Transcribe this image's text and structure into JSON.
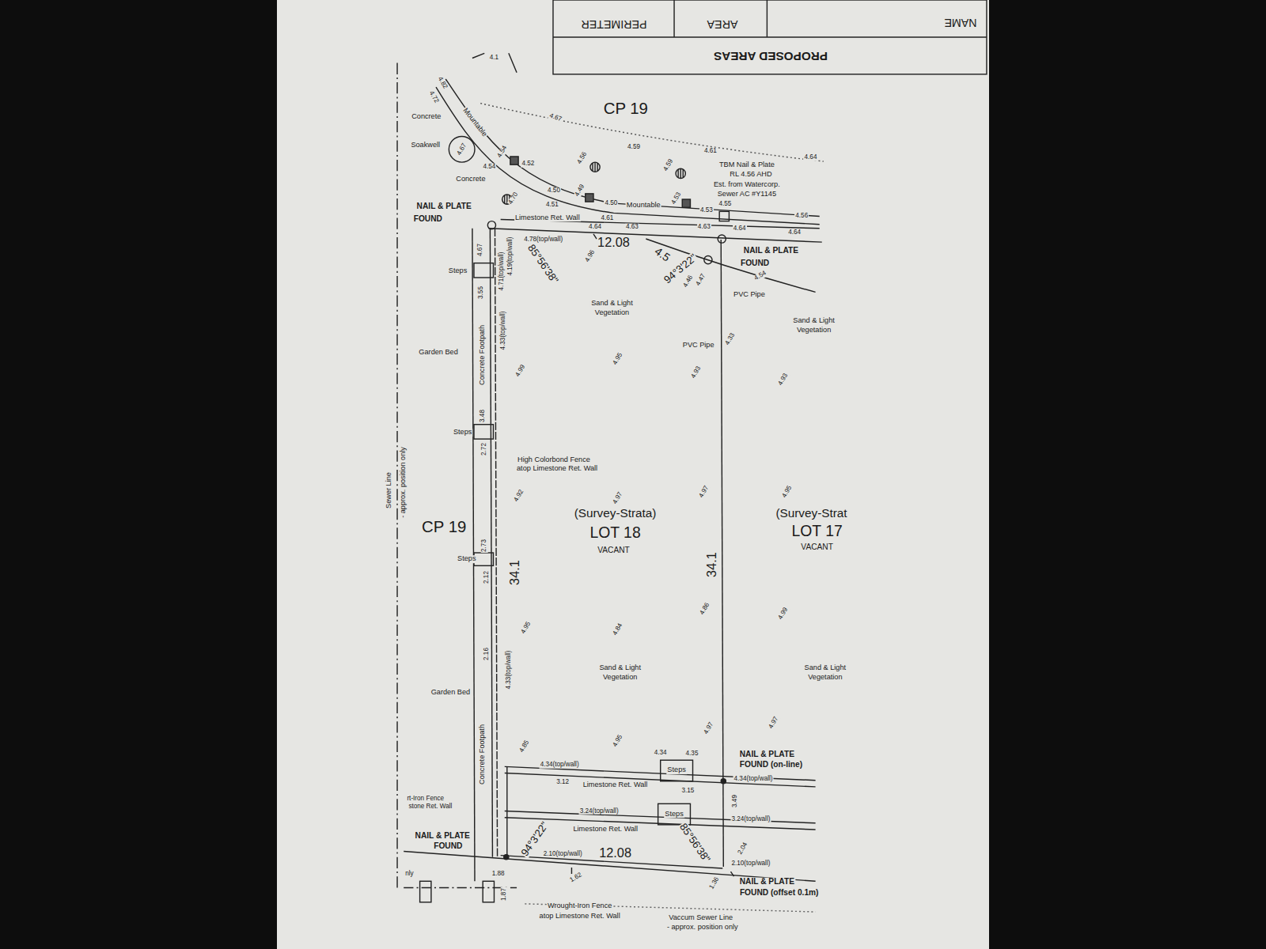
{
  "diagram": {
    "nodes": [
      {
        "text": [
          "(Survey-Strata)",
          "LOT 18",
          "VACANT"
        ]
      }
    ],
    "labels": [
      "NAME",
      "AREA",
      "PERIMETER",
      "PROPOSED AREAS",
      "4.1",
      "CP 19",
      "4.82",
      "4.72",
      "Concrete",
      "Mountable",
      "Soakwell",
      "4.67",
      "Concrete",
      "4.54",
      "4.52",
      "4.54",
      "4.67",
      "4.59",
      "4.61",
      "4.64",
      "4.56",
      "4.59",
      "TBM Nail & Plate",
      "RL 4.56 AHD",
      "Est. from Watercorp.",
      "Sewer AC #Y1145",
      "4.50",
      "4.49",
      "4.50",
      "Mountable",
      "4.53",
      "4.53",
      "4.55",
      "4.51",
      "NAIL & PLATE",
      "FOUND",
      "4.70",
      "Limestone Ret. Wall",
      "4.64",
      "4.61",
      "4.63",
      "4.63",
      "4.64",
      "4.56",
      "4.64",
      "12.08",
      "4.78(top/wall)",
      "85°56'38\"",
      "4.96",
      "4.5",
      "94°3'22\"",
      "4.46",
      "4.47",
      "NAIL & PLATE",
      "FOUND",
      "4.54",
      "PVC Pipe",
      "4.67",
      "Steps",
      "3.55",
      "4.19(top/wall)",
      "4.71(top/wall)",
      "4.33(top/wall)",
      "Sand & Light",
      "Vegetation",
      "Sand & Light",
      "Vegetation",
      "PVC Pipe",
      "4.33",
      "Garden Bed",
      "Concrete Footpath",
      "4.99",
      "4.95",
      "4.93",
      "4.93",
      "3.48",
      "Steps",
      "2.72",
      "High Colorbond Fence",
      "atop Limestone Ret. Wall",
      "Sewer Line",
      "- approx. position only",
      "4.92",
      "4.97",
      "4.97",
      "4.95",
      "(Survey-Strat",
      "LOT 17",
      "VACANT",
      "CP 19",
      "2.73",
      "Steps",
      "2.12",
      "34.1",
      "34.1",
      "4.86",
      "4.95",
      "4.84",
      "4.99",
      "2.16",
      "4.33(top/wall)",
      "Sand & Light",
      "Vegetation",
      "Sand & Light",
      "Vegetation",
      "Garden Bed",
      "Concrete Footpath",
      "4.85",
      "4.95",
      "4.97",
      "4.97",
      "4.34",
      "4.35",
      "NAIL & PLATE",
      "FOUND (on-line)",
      "4.34(top/wall)",
      "Steps",
      "4.34(top/wall)",
      "3.12",
      "Limestone Ret. Wall",
      "3.15",
      "3.49",
      "rt-Iron Fence",
      "stone Ret. Wall",
      "3.24(top/wall)",
      "Steps",
      "3.24(top/wall)",
      "Limestone Ret. Wall",
      "NAIL & PLATE",
      "FOUND",
      "94°3'22\"",
      "85°56'38\"",
      "2.10(top/wall)",
      "12.08",
      "2.04",
      "2.10(top/wall)",
      "1.88",
      "1.62",
      "1.36",
      "NAIL & PLATE",
      "FOUND (offset 0.1m)",
      "nly",
      "1.87",
      "Wrought-Iron Fence",
      "atop Limestone Ret. Wall",
      "Vaccum Sewer Line",
      "- approx. position only"
    ]
  }
}
